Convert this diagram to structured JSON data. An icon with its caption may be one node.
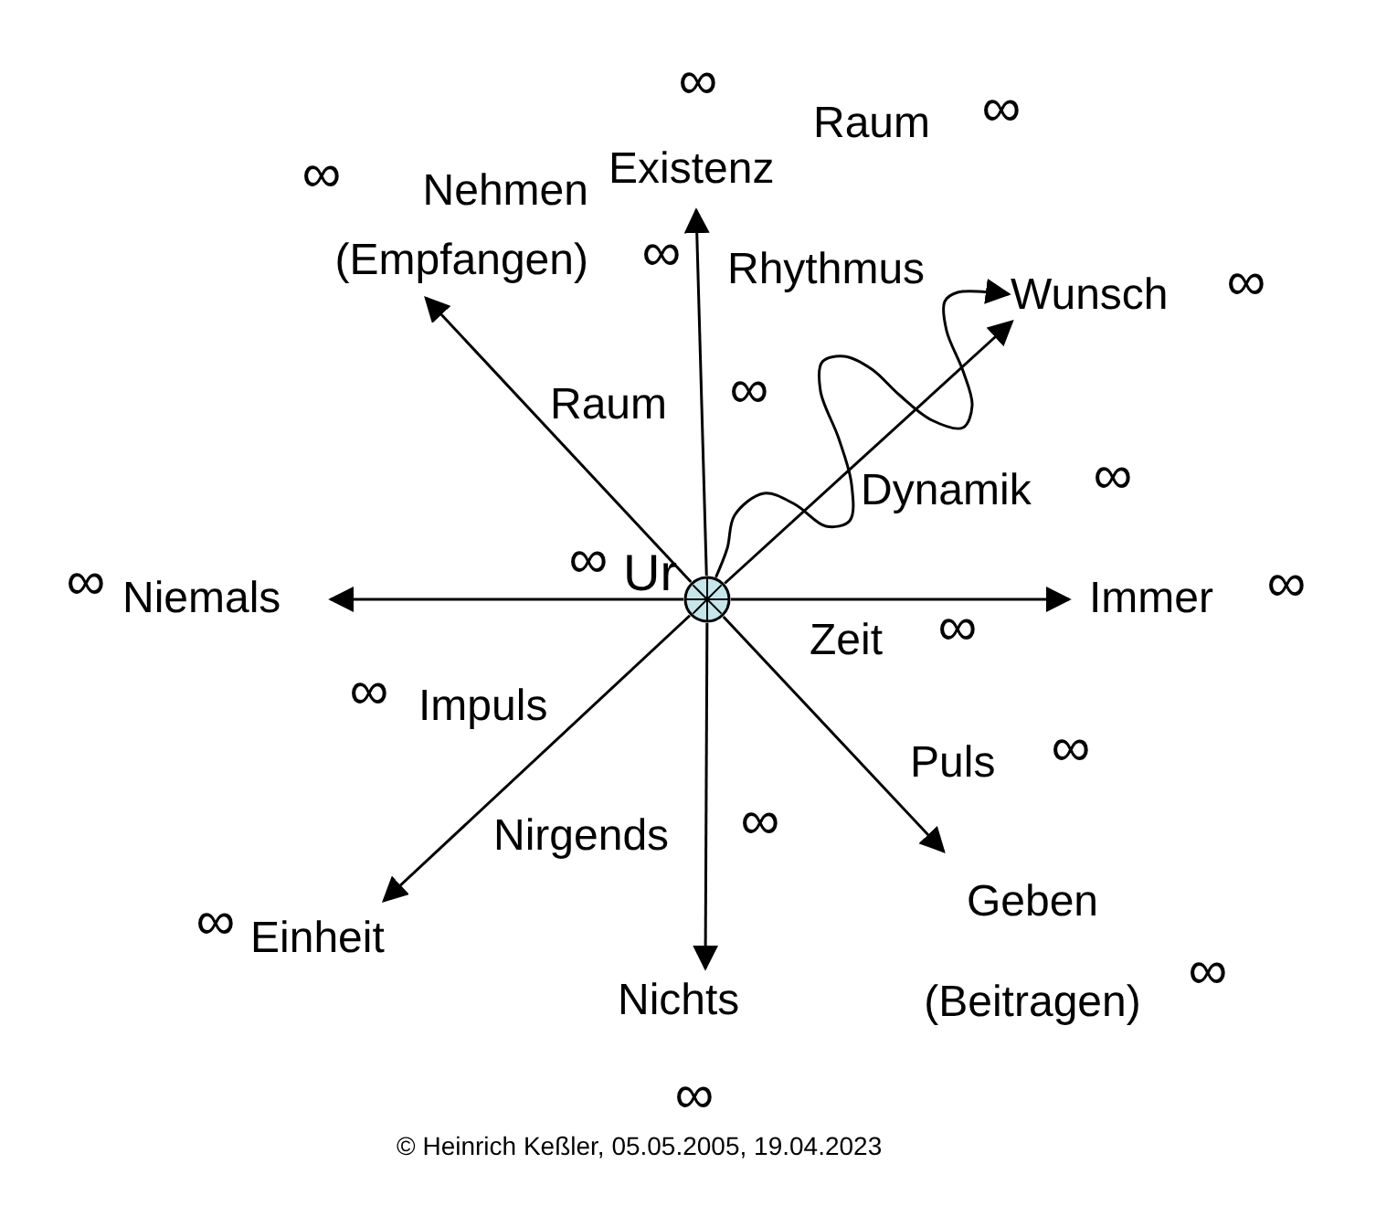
{
  "diagram": {
    "nodes": [
      {
        "text": [
          "Existenz"
        ]
      },
      {
        "text": [
          "Nehmen (Empfangen)"
        ]
      },
      {
        "text": [
          "Wunsch"
        ]
      },
      {
        "text": [
          "Niemals"
        ]
      },
      {
        "text": [],
        "shape": "circle"
      },
      {
        "text": [
          "Immer"
        ]
      },
      {
        "text": [
          "Geben (Beitragen)"
        ]
      },
      {
        "text": [
          "Einheit"
        ]
      },
      {
        "text": [
          "Nichts"
        ]
      }
    ],
    "edges": [
      {
        "from": 4,
        "to": 0,
        "arrow": "to"
      },
      {
        "from": 4,
        "to": 1,
        "arrow": "to"
      },
      {
        "from": 4,
        "to": 2,
        "arrow": "to"
      },
      {
        "from": 4,
        "to": 3,
        "arrow": "to"
      },
      {
        "from": 4,
        "to": 5,
        "arrow": "to"
      },
      {
        "from": 4,
        "to": 6,
        "arrow": "to"
      },
      {
        "from": 4,
        "to": 7,
        "arrow": "to"
      },
      {
        "from": 4,
        "to": 8,
        "arrow": "to"
      },
      {
        "from": 4,
        "to": 2,
        "arrow": "to"
      }
    ],
    "labels": [
      "∞",
      "Raum",
      "∞",
      "∞",
      "∞",
      "Rhythmus",
      "∞",
      "∞",
      "Raum",
      "∞",
      "Dynamik",
      "∞",
      "Ur",
      "∞",
      "∞",
      "∞",
      "Zeit",
      "∞",
      "Impuls",
      "∞",
      "Puls",
      "∞",
      "Nirgends",
      "∞",
      "∞",
      "∞",
      "© Heinrich Keßler, 05.05.2005,  19.04.2023"
    ]
  }
}
